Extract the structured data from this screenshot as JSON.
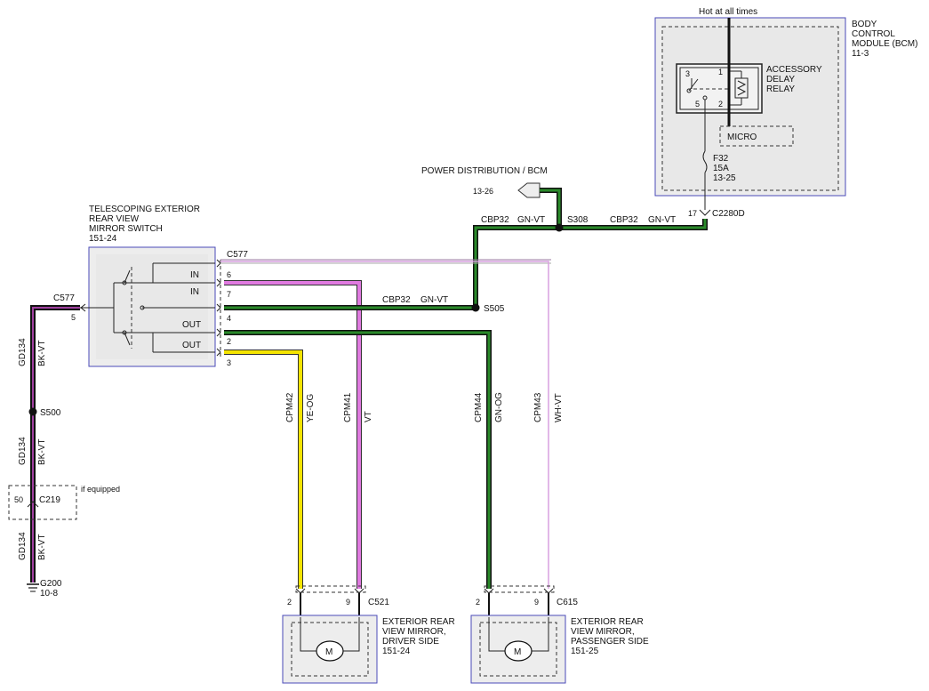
{
  "bcm": {
    "hot_label": "Hot at all times",
    "title_lines": [
      "BODY",
      "CONTROL",
      "MODULE (BCM)",
      "11-3"
    ],
    "relay_lines": [
      "ACCESSORY",
      "DELAY",
      "RELAY"
    ],
    "pins": [
      "3",
      "1",
      "5",
      "2"
    ],
    "micro": "MICRO",
    "fuse_lines": [
      "F32",
      "15A",
      "13-25"
    ],
    "pin17": "17",
    "connector": "C2280D"
  },
  "power_dist": {
    "label": "POWER DISTRIBUTION / BCM",
    "ref": "13-26"
  },
  "switch": {
    "title_lines": [
      "TELESCOPING EXTERIOR",
      "REAR VIEW",
      "MIRROR SWITCH",
      "151-24"
    ],
    "connector": "C577",
    "contacts": [
      "IN",
      "IN",
      "OUT",
      "OUT"
    ],
    "pins": [
      "6",
      "7",
      "4",
      "2",
      "3"
    ]
  },
  "wires": {
    "gd134": "GD134",
    "bkvt": "BK-VT",
    "cbp32": "CBP32",
    "gnvt": "GN-VT",
    "cpm42": "CPM42",
    "yeog": "YE-OG",
    "cpm41": "CPM41",
    "vt": "VT",
    "cpm44": "CPM44",
    "gnog": "GN-OG",
    "cpm43": "CPM43",
    "whvt": "WH-VT"
  },
  "splices": {
    "s308": "S308",
    "s505": "S505",
    "s500": "S500"
  },
  "ground": {
    "c577": "C577",
    "pin5": "5",
    "c219": "C219",
    "pin50": "50",
    "if_equipped": "if equipped",
    "g200": "G200",
    "ref": "10-8"
  },
  "driver_mirror": {
    "connector": "C521",
    "pin2": "2",
    "pin9": "9",
    "motor": "M",
    "lines": [
      "EXTERIOR REAR",
      "VIEW MIRROR,",
      "DRIVER SIDE",
      "151-24"
    ]
  },
  "passenger_mirror": {
    "connector": "C615",
    "pin2": "2",
    "pin9": "9",
    "motor": "M",
    "lines": [
      "EXTERIOR REAR",
      "VIEW MIRROR,",
      "PASSENGER SIDE",
      "151-25"
    ]
  },
  "colors": {
    "green": "#2a8a2a",
    "yellow": "#f4e400",
    "violet": "#e07ae0",
    "black": "#111111",
    "border": "#4a4ab8"
  }
}
